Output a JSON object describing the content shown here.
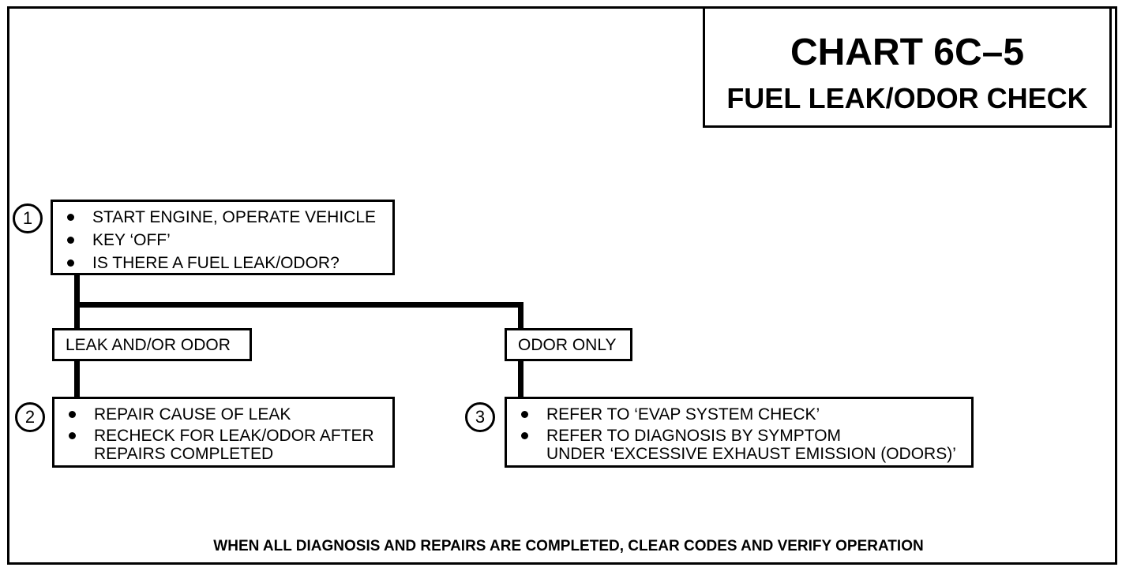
{
  "title": {
    "main": "CHART 6C–5",
    "sub": "FUEL LEAK/ODOR CHECK"
  },
  "steps": [
    {
      "number": "1",
      "items": [
        "START ENGINE, OPERATE VEHICLE",
        "KEY ‘OFF’",
        "IS THERE A FUEL LEAK/ODOR?"
      ]
    },
    {
      "number": "2",
      "items": [
        "REPAIR CAUSE OF LEAK",
        "RECHECK FOR LEAK/ODOR AFTER",
        "REPAIRS COMPLETED"
      ]
    },
    {
      "number": "3",
      "items": [
        "REFER TO ‘EVAP SYSTEM CHECK’",
        "REFER TO DIAGNOSIS BY SYMPTOM",
        "UNDER ‘EXCESSIVE EXHAUST EMISSION (ODORS)’"
      ]
    }
  ],
  "branches": {
    "left": "LEAK AND/OR ODOR",
    "right": "ODOR ONLY"
  },
  "footer": "WHEN ALL DIAGNOSIS AND REPAIRS ARE COMPLETED, CLEAR CODES AND VERIFY OPERATION"
}
